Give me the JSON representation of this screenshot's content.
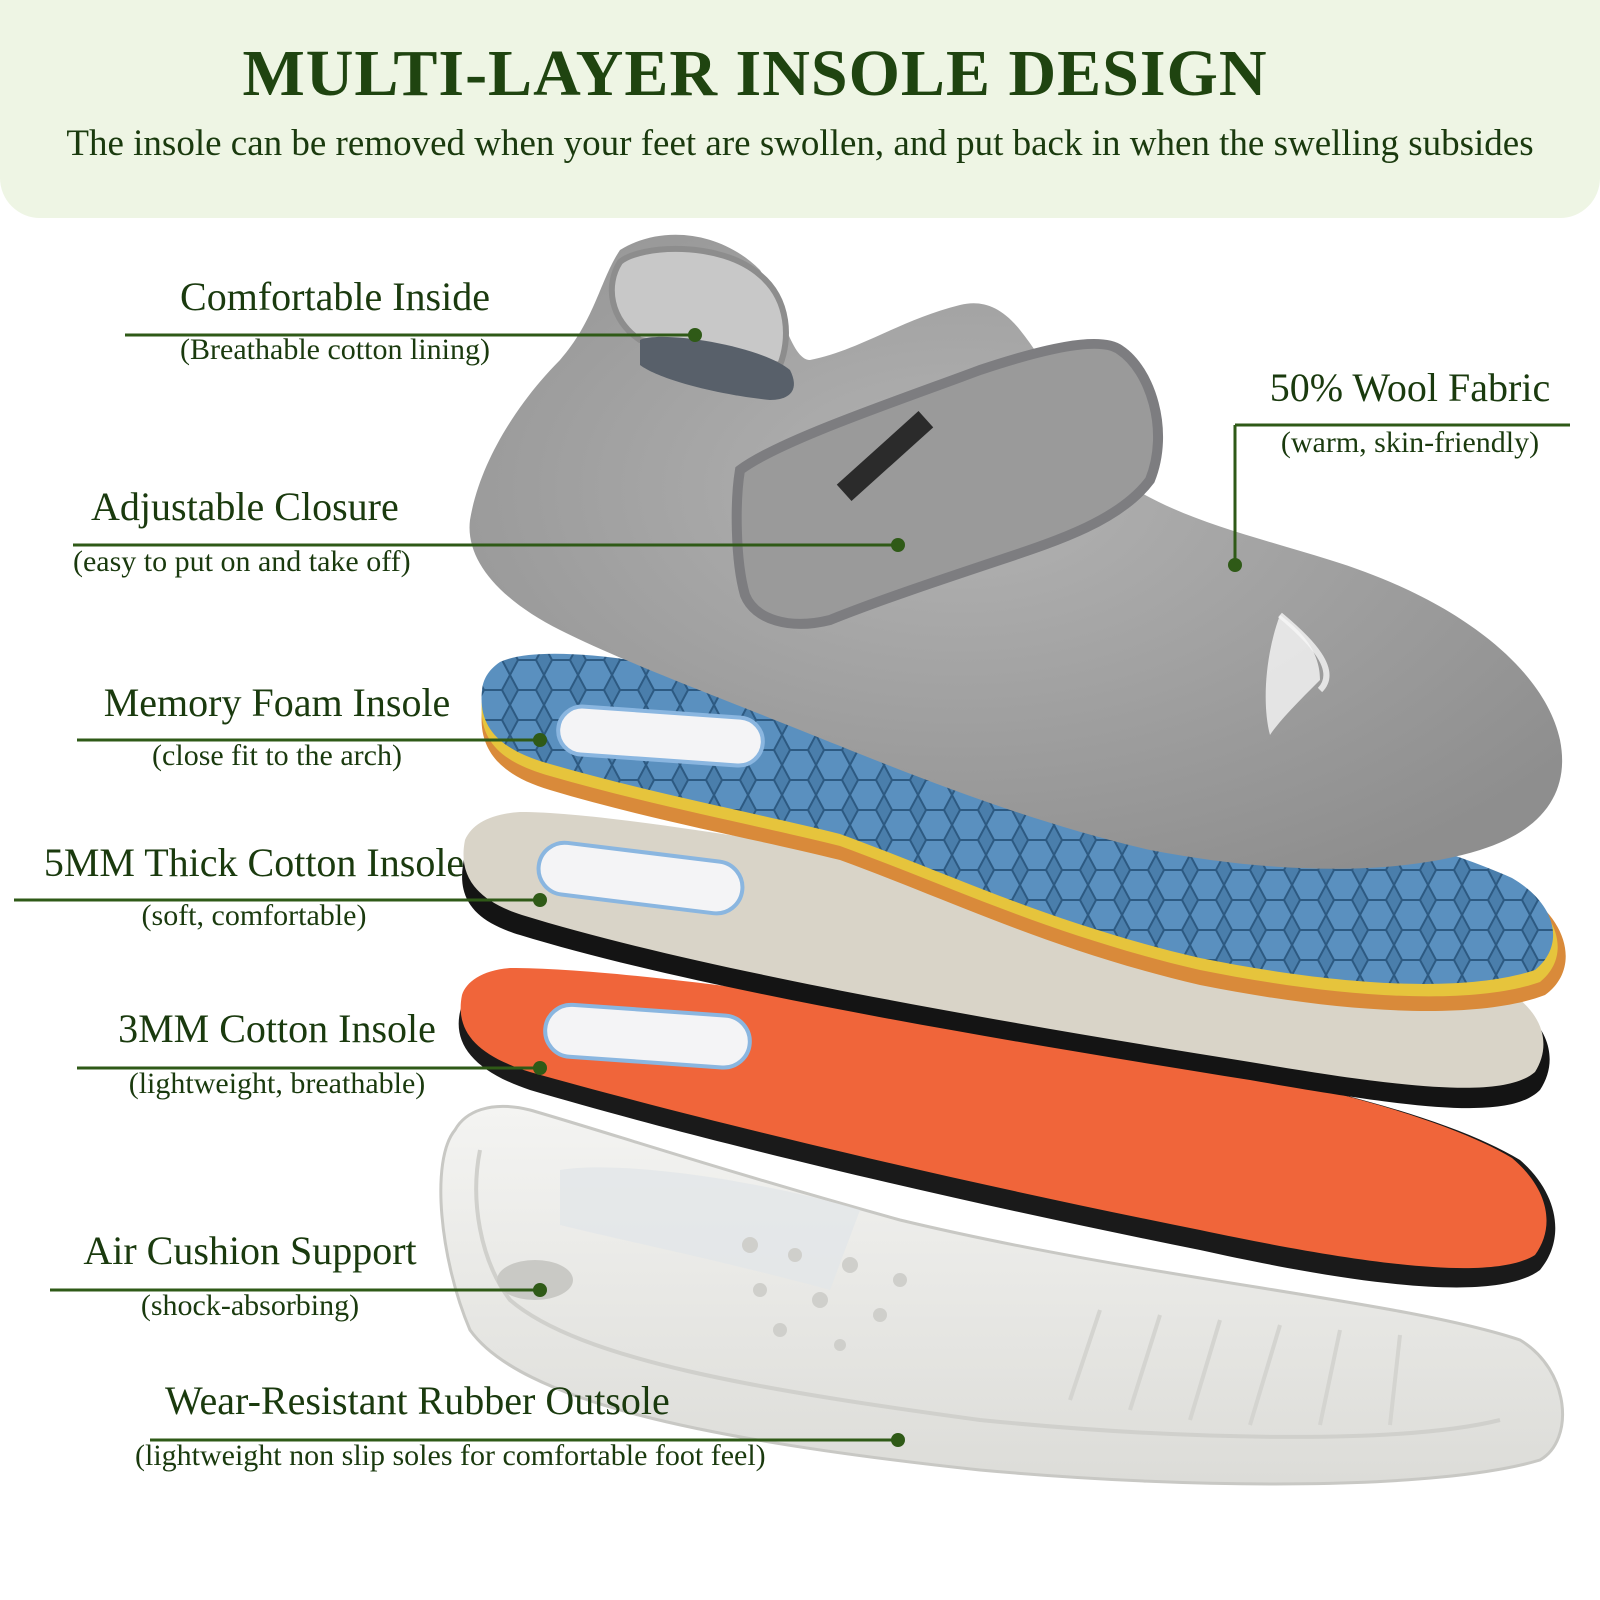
{
  "title": "MULTI-LAYER INSOLE DESIGN",
  "subtitle": "The insole can be removed when your feet are swollen, and put back in when the swelling subsides",
  "callouts": [
    {
      "name": "comfortable-inside",
      "title": "Comfortable Inside",
      "sub": "(Breathable cotton lining)"
    },
    {
      "name": "wool-fabric",
      "title": "50% Wool Fabric",
      "sub": "(warm, skin-friendly)"
    },
    {
      "name": "adjustable-closure",
      "title": "Adjustable Closure",
      "sub": "(easy to put on and take off)"
    },
    {
      "name": "memory-foam-insole",
      "title": "Memory Foam Insole",
      "sub": "(close fit to the arch)"
    },
    {
      "name": "thick-cotton-insole",
      "title": "5MM Thick Cotton Insole",
      "sub": "(soft, comfortable)"
    },
    {
      "name": "cotton-insole",
      "title": "3MM Cotton Insole",
      "sub": "(lightweight, breathable)"
    },
    {
      "name": "air-cushion",
      "title": "Air Cushion Support",
      "sub": "(shock-absorbing)"
    },
    {
      "name": "rubber-outsole",
      "title": "Wear-Resistant Rubber Outsole",
      "sub": "(lightweight non slip soles for comfortable foot feel)"
    }
  ],
  "colors": {
    "banner": "#eef5e4",
    "text": "#1a3a0e",
    "line": "#2f5a17",
    "wool": "#9d9d9d",
    "memory_foam": "#3d6f99",
    "cotton_insole": "#d9d4c8",
    "orange_insole": "#f0653a",
    "outsole": "#ececea"
  }
}
